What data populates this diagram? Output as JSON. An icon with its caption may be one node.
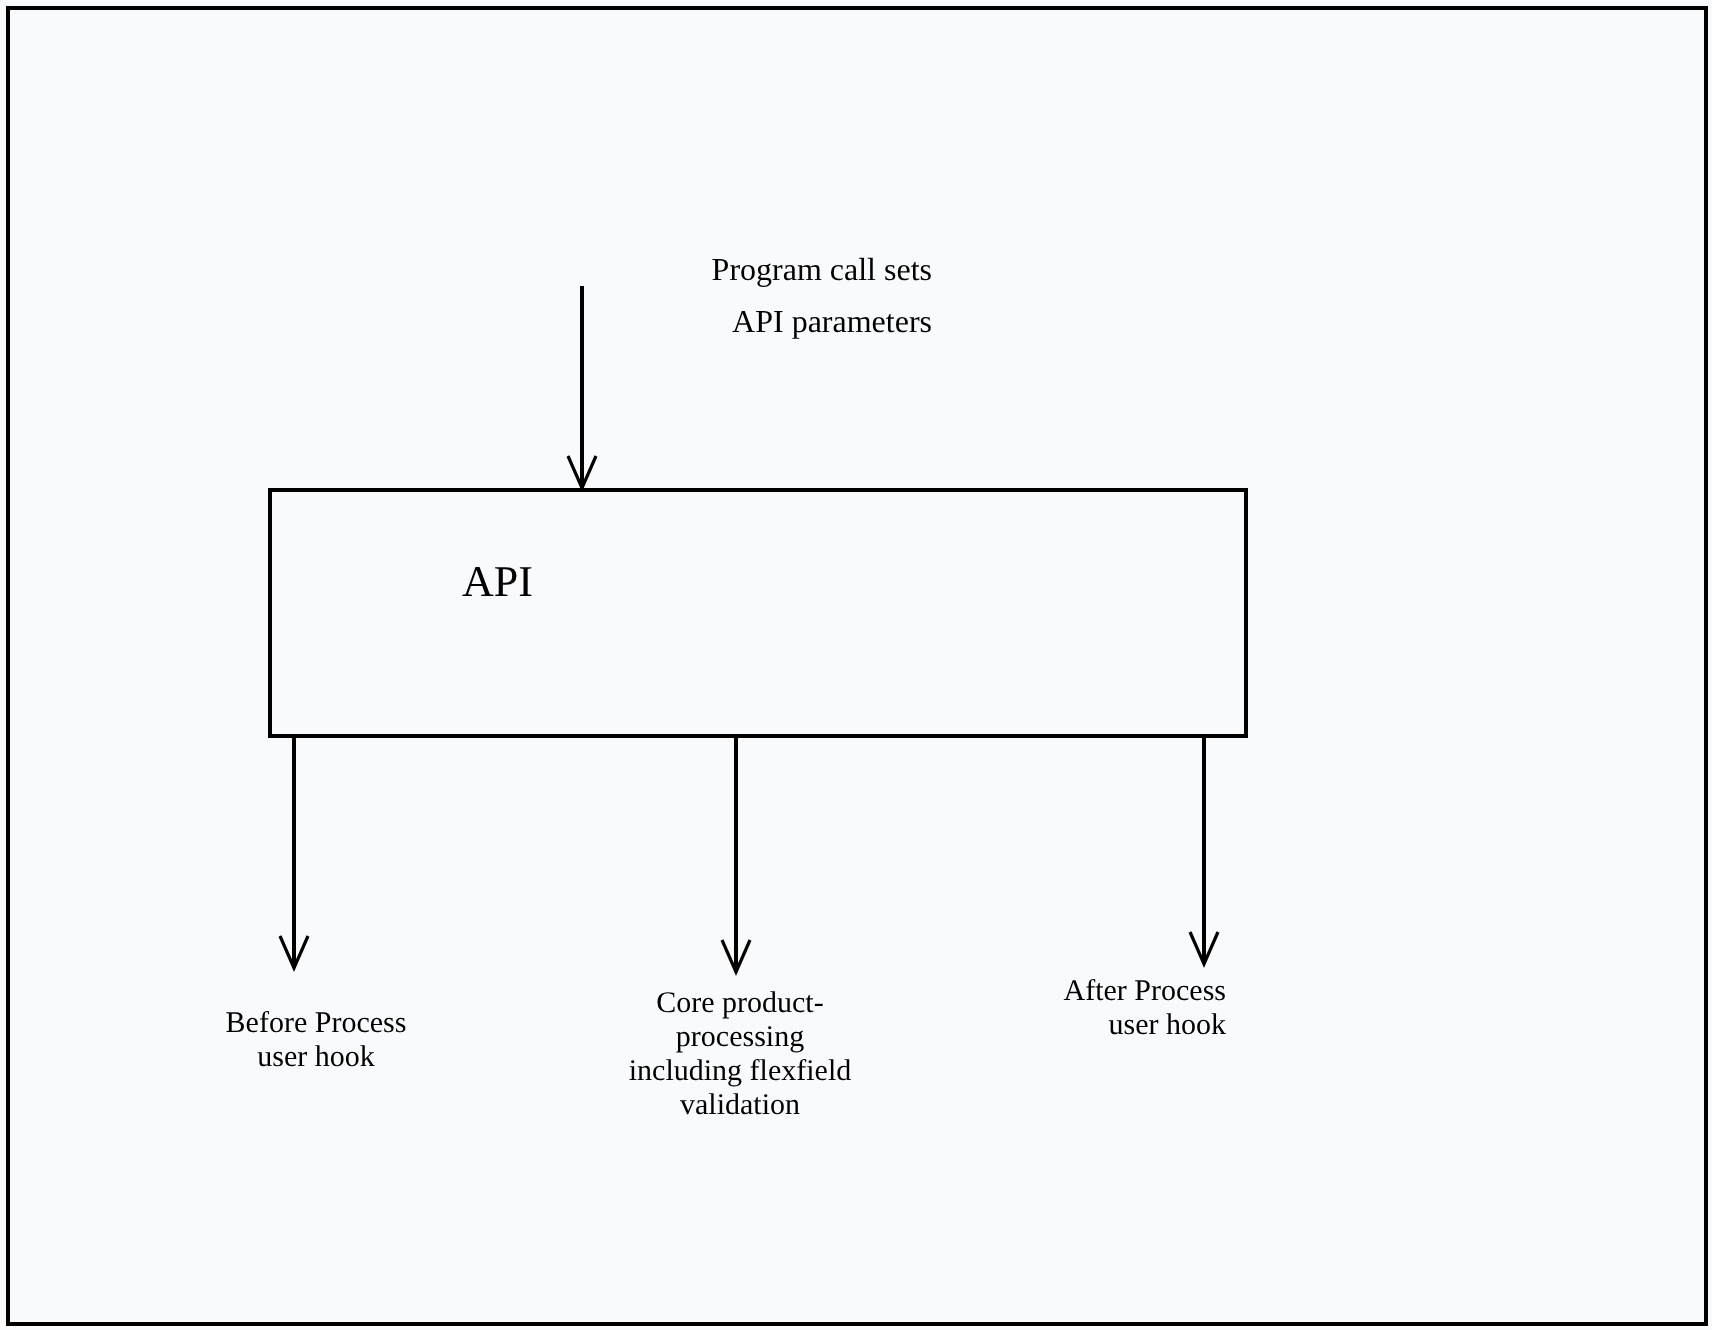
{
  "diagram": {
    "nodes": [
      {
        "text": [
          "API"
        ]
      },
      {
        "text": [
          "Before Process user hook"
        ]
      },
      {
        "text": [
          "Core product-processing including flexfield validation"
        ]
      },
      {
        "text": [
          "After Process user hook"
        ]
      }
    ],
    "edges": [
      {
        "from": null,
        "to": 0,
        "arrow": "to",
        "label": "Program call sets API parameters"
      },
      {
        "from": 0,
        "to": 1,
        "arrow": "to"
      },
      {
        "from": 0,
        "to": 2,
        "arrow": "to"
      },
      {
        "from": 0,
        "to": 3,
        "arrow": "to"
      }
    ]
  }
}
